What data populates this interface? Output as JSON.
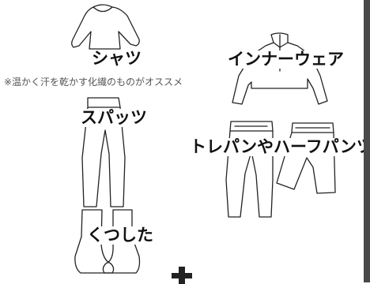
{
  "items": {
    "shirt": {
      "label": "シャツ",
      "icon": "long-sleeve-shirt-icon"
    },
    "innerwear": {
      "label": "インナーウェア",
      "icon": "half-zip-jacket-icon"
    },
    "note": "※温かく汗を乾かす化繊のものがオススメ",
    "spats": {
      "label": "スパッツ",
      "icon": "leggings-icon"
    },
    "pants": {
      "label": "トレパンやハーフパンツ",
      "icon": "pants-icon"
    },
    "socks": {
      "label": "くつした",
      "icon": "socks-icon"
    },
    "plus_icon": "plus-icon"
  },
  "colors": {
    "ink": "#111111",
    "sidebar": "#4a4a4a",
    "background": "#ffffff"
  }
}
